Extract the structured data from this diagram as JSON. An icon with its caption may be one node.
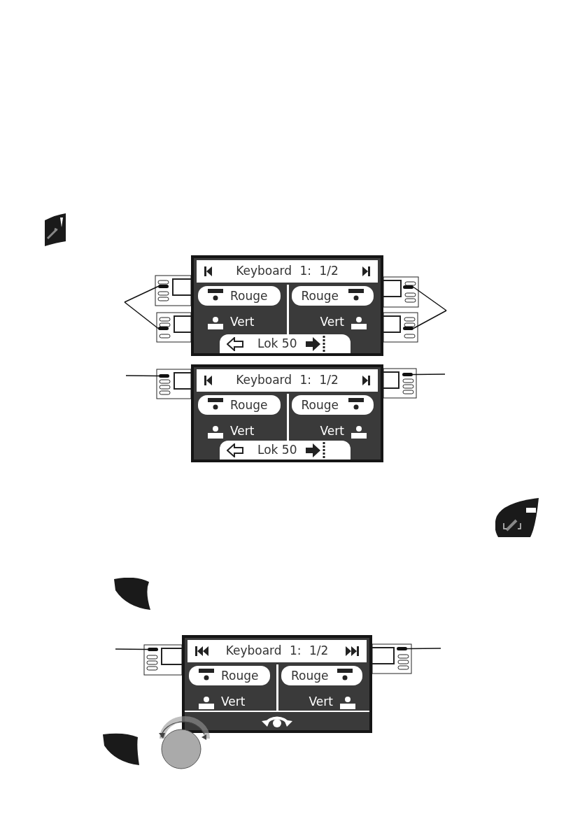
{
  "diagram": {
    "nodes": [
      {
        "text": [
          "Keyboard 1: 1/2",
          "Rouge",
          "Rouge",
          "Vert",
          "Vert",
          "Lok 50"
        ]
      },
      {
        "text": [
          "Keyboard 1: 1/2",
          "Rouge",
          "Rouge",
          "Vert",
          "Vert",
          "Lok 50"
        ]
      },
      {
        "text": [
          "Keyboard 1: 1/2",
          "Rouge",
          "Rouge",
          "Vert",
          "Vert"
        ]
      },
      {
        "text": [],
        "shape": "bar"
      },
      {
        "text": [],
        "shape": "bar"
      },
      {
        "text": [],
        "shape": "bar"
      },
      {
        "text": [],
        "shape": "bar"
      },
      {
        "text": [],
        "shape": "bar"
      },
      {
        "text": [],
        "shape": "bar"
      },
      {
        "text": [],
        "shape": "bar"
      },
      {
        "text": [],
        "shape": "bar"
      }
    ],
    "edges": [
      {
        "from": null,
        "to": 3,
        "arrow": "none"
      },
      {
        "from": null,
        "to": 4,
        "arrow": "none"
      },
      {
        "from": null,
        "to": 5,
        "arrow": "none"
      },
      {
        "from": null,
        "to": 6,
        "arrow": "none"
      },
      {
        "from": null,
        "to": 7,
        "arrow": "none"
      },
      {
        "from": null,
        "to": 8,
        "arrow": "none"
      },
      {
        "from": null,
        "to": 9,
        "arrow": "none"
      },
      {
        "from": null,
        "to": 10,
        "arrow": "none"
      }
    ]
  }
}
